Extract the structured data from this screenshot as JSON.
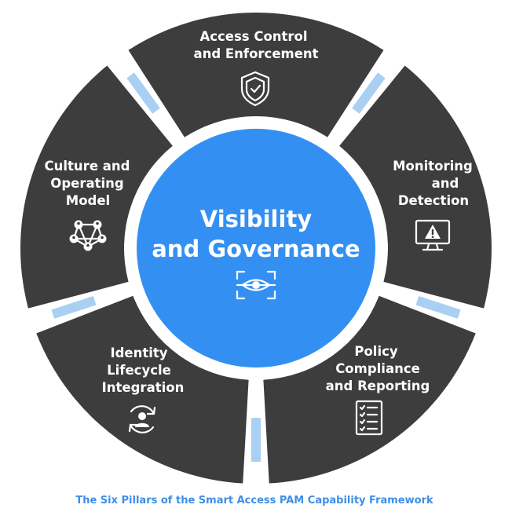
{
  "center": {
    "lines": [
      "Visibility",
      "and Governance"
    ],
    "icon": "eye-scan-icon"
  },
  "pillars": [
    {
      "id": "access-control",
      "lines": [
        "Access Control",
        "and Enforcement"
      ],
      "icon": "shield-check-icon"
    },
    {
      "id": "monitoring",
      "lines": [
        "Monitoring",
        "and",
        "Detection"
      ],
      "icon": "monitor-alert-icon"
    },
    {
      "id": "policy",
      "lines": [
        "Policy",
        "Compliance",
        "and Reporting"
      ],
      "icon": "checklist-icon"
    },
    {
      "id": "identity",
      "lines": [
        "Identity",
        "Lifecycle",
        "Integration"
      ],
      "icon": "user-cycle-icon"
    },
    {
      "id": "culture",
      "lines": [
        "Culture and",
        "Operating",
        "Model"
      ],
      "icon": "network-people-icon"
    }
  ],
  "caption": "The Six Pillars of the Smart Access PAM Capability Framework",
  "colors": {
    "segment": "#3d3d3d",
    "gap_accent": "#a9cff3",
    "center": "#3390f2",
    "center_ring": "#ffffff",
    "caption": "#3d8fe6"
  }
}
